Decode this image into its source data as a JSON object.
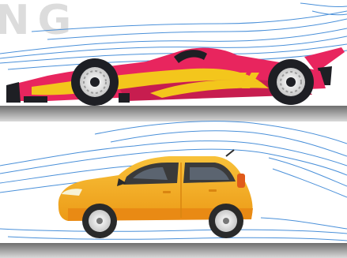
{
  "heading": {
    "text": "NG",
    "color": "#dcdcdc"
  },
  "panels": [
    {
      "subject": "formula-race-car",
      "primary_color": "#e8255e",
      "accent_color": "#f3c61c",
      "wheel_color": "#1e1f24"
    },
    {
      "subject": "yellow-hatchback",
      "primary_color": "#f3a91f",
      "accent_color": "#e98a14",
      "wheel_color": "#2a2a2a"
    }
  ],
  "airflow": {
    "line_color": "#4a90d9"
  },
  "ground": {
    "color": "#9a9a9a"
  }
}
